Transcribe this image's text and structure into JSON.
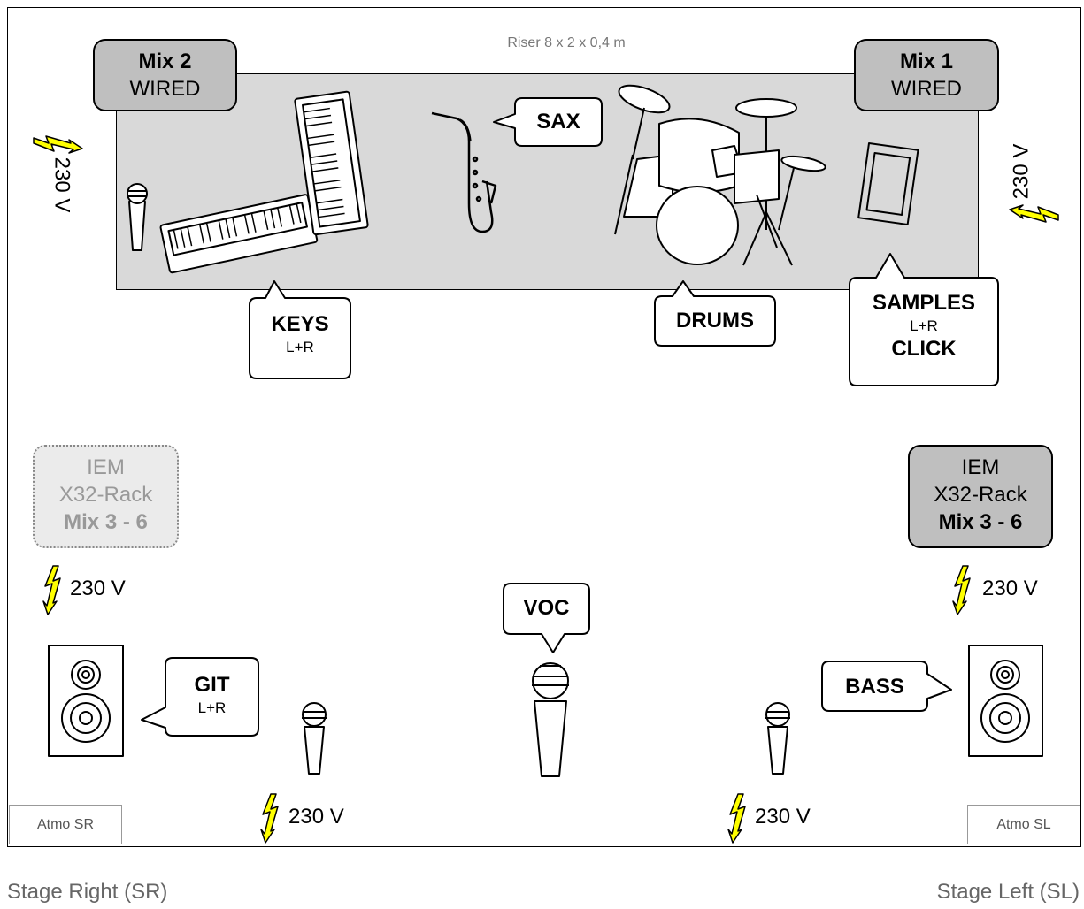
{
  "riser": {
    "label": "Riser 8 x 2 x 0,4 m"
  },
  "mix2": {
    "title": "Mix 2",
    "sub": "WIRED"
  },
  "mix1": {
    "title": "Mix 1",
    "sub": "WIRED"
  },
  "iem_left": {
    "l1": "IEM",
    "l2": "X32-Rack",
    "l3": "Mix 3 - 6"
  },
  "iem_right": {
    "l1": "IEM",
    "l2": "X32-Rack",
    "l3": "Mix 3 - 6"
  },
  "callouts": {
    "sax": "SAX",
    "keys": "KEYS",
    "keys_sub": "L+R",
    "drums": "DRUMS",
    "samples": "SAMPLES",
    "samples_sub": "L+R",
    "samples_click": "CLICK",
    "voc": "VOC",
    "git": "GIT",
    "git_sub": "L+R",
    "bass": "BASS"
  },
  "power": {
    "riser_left": "230 V",
    "riser_right": "230 V",
    "front_left": "230 V",
    "front_right": "230 V",
    "floor_left": "230 V",
    "floor_right": "230 V"
  },
  "atmo": {
    "left": "Atmo SR",
    "right": "Atmo SL"
  },
  "stage_sides": {
    "right": "Stage Right (SR)",
    "left": "Stage Left (SL)"
  },
  "colors": {
    "riser": "#d9d9d9",
    "box_grey": "#bfbfbf",
    "bolt": "#ffff00"
  }
}
